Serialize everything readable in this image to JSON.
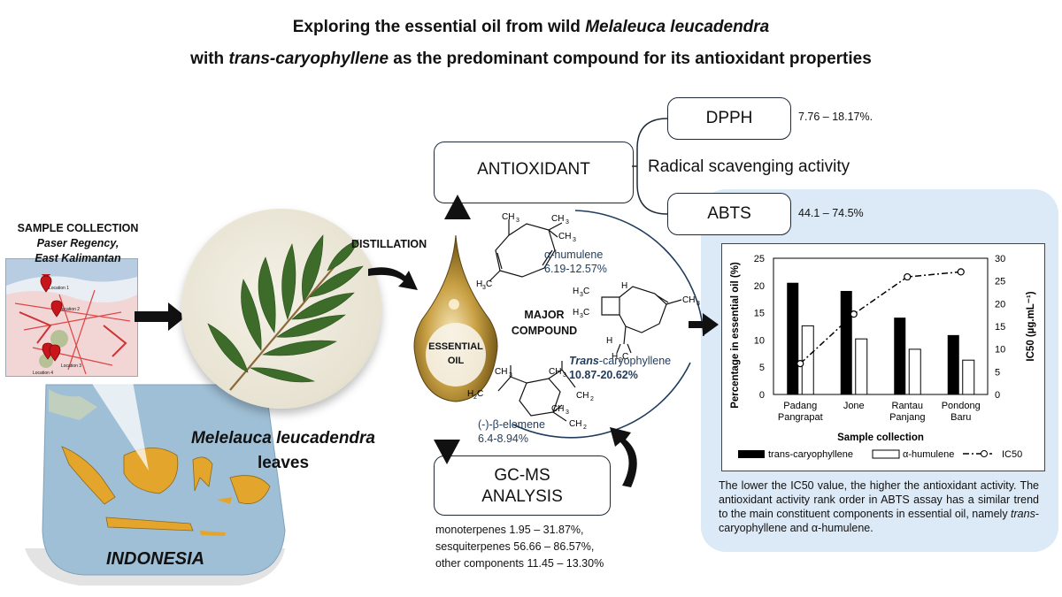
{
  "title": {
    "line1_a": "Exploring the essential oil from wild ",
    "line1_b": "Melaleuca leucadendra",
    "line2_a": "with ",
    "line2_b": "trans-caryophyllene",
    "line2_c": " as the predominant compound for its antioxidant properties"
  },
  "sample": {
    "heading": "SAMPLE COLLECTION",
    "place1": "Paser Regency,",
    "place2": "East Kalimantan",
    "map_labels": [
      "Location 1",
      "Location 2",
      "Location 3",
      "Location 4"
    ]
  },
  "country": "INDONESIA",
  "leaves": {
    "line1": "Melelauca leucadendra",
    "line2": "leaves"
  },
  "distillation": "DISTILLATION",
  "oil": {
    "line1": "ESSENTIAL",
    "line2": "OIL"
  },
  "major": {
    "line1": "MAJOR",
    "line2": "COMPOUND"
  },
  "compounds": {
    "humulene_name": "α-humulene",
    "humulene_range": "6.19-12.57%",
    "caryophyllene_name_a": "Trans",
    "caryophyllene_name_b": "-caryophyllene",
    "caryophyllene_range": "10.87-20.62%",
    "elemene_name": "(-)-β-elemene",
    "elemene_range": "6.4-8.94%"
  },
  "antioxidant": "ANTIOXIDANT",
  "dpph": {
    "label": "DPPH",
    "value": "7.76 – 18.17%."
  },
  "radical": "Radical scavenging activity",
  "abts": {
    "label": "ABTS",
    "value": "44.1 – 74.5%"
  },
  "gcms": {
    "line1": "GC-MS",
    "line2": "ANALYSIS"
  },
  "composition": [
    "monoterpenes 1.95 – 31.87%,",
    "sesquiterpenes 56.66 – 86.57%,",
    "other components 11.45 – 13.30%"
  ],
  "conclusion": {
    "a": "The lower the IC50 value, the higher the antioxidant activity. The antioxidant activity rank order in ABTS assay has a similar trend to the main constituent components in essential oil, namely ",
    "b": "trans",
    "c": "-caryophyllene and α-humulene."
  },
  "colors": {
    "panel_bg": "#dce9f6",
    "navy_text": "#1f3b5c",
    "box_border": "#1f2a36",
    "leaf_green": "#3d6b2a",
    "oil_gold": "#b8902c",
    "map_sea": "#9fbfd6"
  },
  "chart_data": {
    "type": "bar",
    "categories": [
      [
        "Padang",
        "Pangrapat"
      ],
      [
        "Jone"
      ],
      [
        "Rantau",
        "Panjang"
      ],
      [
        "Pondong",
        "Baru"
      ]
    ],
    "series": [
      {
        "name": "trans-caryophyllene",
        "values": [
          20.5,
          19.0,
          14.1,
          10.9
        ],
        "color": "#000000",
        "axis": "left"
      },
      {
        "name": "α-humulene",
        "values": [
          12.6,
          10.2,
          8.3,
          6.3
        ],
        "color": "#ffffff",
        "axis": "left"
      },
      {
        "name": "IC50",
        "values": [
          6.8,
          17.7,
          25.9,
          27.0
        ],
        "type": "line",
        "style": "dash-dot",
        "marker": "open-circle",
        "axis": "right"
      }
    ],
    "xlabel": "Sample collection",
    "ylabel": "Percentage in essential oil  (%)",
    "y2label": "IC50 (µg.mL⁻¹)",
    "ylim": [
      0,
      25
    ],
    "y2lim": [
      0,
      30
    ],
    "yticks": [
      "0",
      "5",
      "10",
      "15",
      "20",
      "25"
    ],
    "y2ticks": [
      "0",
      "5",
      "10",
      "15",
      "20",
      "25",
      "30"
    ],
    "legend_position": "bottom",
    "grid": false
  }
}
